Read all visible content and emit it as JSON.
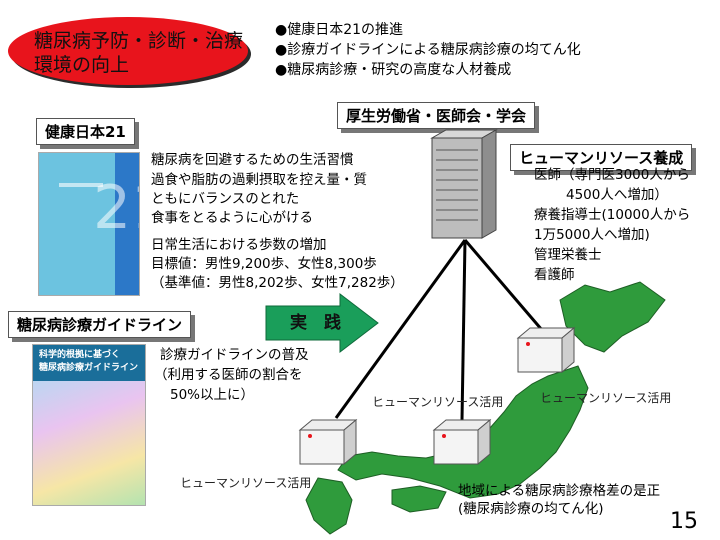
{
  "title": "糖尿病予防・診断・治療\n環境の向上",
  "bullets": [
    "●健康日本21の推進",
    "●診療ガイドラインによる糖尿病診療の均てん化",
    "●糖尿病診療・研究の高度な人材養成"
  ],
  "kenko21": {
    "label": "健康日本21",
    "lifestyle_heading": "糖尿病を回避するための生活習慣",
    "lifestyle_lines": [
      "過食や脂肪の過剰摂取を控え量・質",
      "ともにバランスのとれた",
      "食事をとるように心がける"
    ],
    "steps_heading": "日常生活における歩数の増加",
    "target": " 目標値：男性9,200歩、女性8,300歩",
    "baseline": "（基準値：男性8,202歩、女性7,282歩）"
  },
  "guideline": {
    "label": "糖尿病診療ガイドライン",
    "book_title": "科学的根拠に基づく\n糖尿病診療ガイドライン",
    "text_lines": [
      "診療ガイドラインの普及",
      "（利用する医師の割合を",
      "50%以上に）"
    ]
  },
  "arrow_label": "実　践",
  "ministry": {
    "label": "厚生労働省・医師会・学会"
  },
  "hr": {
    "label": "ヒューマンリソース養成",
    "lines": [
      "医師（専門医3000人から",
      "4500人へ増加）",
      "療養指導士(10000人から",
      "1万5000人へ増加)",
      "管理栄養士",
      "看護師"
    ]
  },
  "map": {
    "hr_use_1": "ヒューマンリソース活用",
    "hr_use_2": "ヒューマンリソース活用",
    "hr_use_3": "ヒューマンリソース活用",
    "regional": [
      "地域による糖尿病診療格差の是正",
      "(糖尿病診療の均てん化)"
    ]
  },
  "page_number": "15",
  "colors": {
    "title_oval": "#e8141c",
    "arrow": "#1a9e5a",
    "map_green": "#2f9b3c",
    "network_line": "#000000"
  }
}
